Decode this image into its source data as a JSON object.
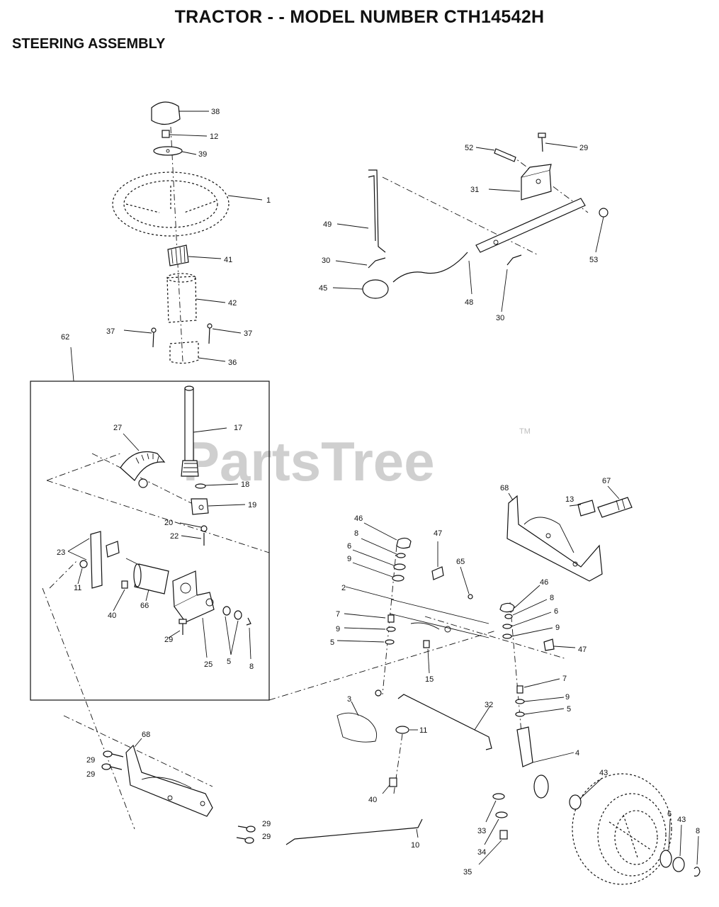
{
  "page": {
    "title": "TRACTOR - - MODEL NUMBER CTH14542H",
    "subtitle": "STEERING ASSEMBLY"
  },
  "watermark": {
    "text": "PartsTree",
    "tm": "TM"
  },
  "callouts": {
    "c38": "38",
    "c12": "12",
    "c39": "39",
    "c1": "1",
    "c41": "41",
    "c42": "42",
    "c37a": "37",
    "c37b": "37",
    "c36": "36",
    "c62": "62",
    "c52": "52",
    "c29a": "29",
    "c31": "31",
    "c53": "53",
    "c49": "49",
    "c30a": "30",
    "c45": "45",
    "c48": "48",
    "c30b": "30",
    "c27": "27",
    "c17": "17",
    "c18": "18",
    "c19": "19",
    "c20": "20",
    "c22": "22",
    "c23": "23",
    "c11a": "11",
    "c40a": "40",
    "c66": "66",
    "c29b": "29",
    "c25": "25",
    "c5a": "5",
    "c8a": "8",
    "c68a": "68",
    "c13": "13",
    "c67": "67",
    "c46a": "46",
    "c8b": "8",
    "c6a": "6",
    "c9a": "9",
    "c47a": "47",
    "c65": "65",
    "c2": "2",
    "c7a": "7",
    "c9b": "9",
    "c5b": "5",
    "c15": "15",
    "c46b": "46",
    "c8c": "8",
    "c6b": "6",
    "c9c": "9",
    "c47b": "47",
    "c7b": "7",
    "c9d": "9",
    "c5c": "5",
    "c3": "3",
    "c32": "32",
    "c11b": "11",
    "c4": "4",
    "c43a": "43",
    "c40b": "40",
    "c33": "33",
    "c34": "34",
    "c35": "35",
    "c10": "10",
    "c6c": "6",
    "c43b": "43",
    "c8d": "8",
    "c68b": "68",
    "c29c": "29",
    "c29d": "29",
    "c29e": "29",
    "c29f": "29"
  }
}
